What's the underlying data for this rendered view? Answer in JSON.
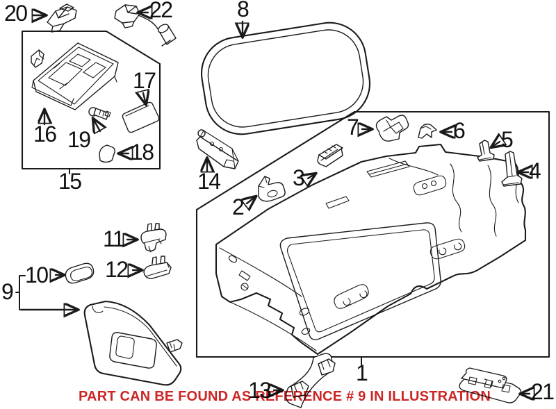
{
  "diagram": {
    "background": "#ffffff",
    "line_color": "#1a1a1a",
    "label_color": "#111111",
    "note": {
      "text": "PART CAN BE FOUND AS REFERENCE # 9 IN ILLUSTRATION",
      "color": "#cc2626"
    },
    "labels": {
      "n1": "1",
      "n2": "2",
      "n3": "3",
      "n4": "4",
      "n5": "5",
      "n6": "6",
      "n7": "7",
      "n8": "8",
      "n9": "9",
      "n10": "10",
      "n11": "11",
      "n12": "12",
      "n13": "13",
      "n14": "14",
      "n15": "15",
      "n16": "16",
      "n17": "17",
      "n18": "18",
      "n19": "19",
      "n20": "20",
      "n21": "21",
      "n22": "22"
    }
  }
}
